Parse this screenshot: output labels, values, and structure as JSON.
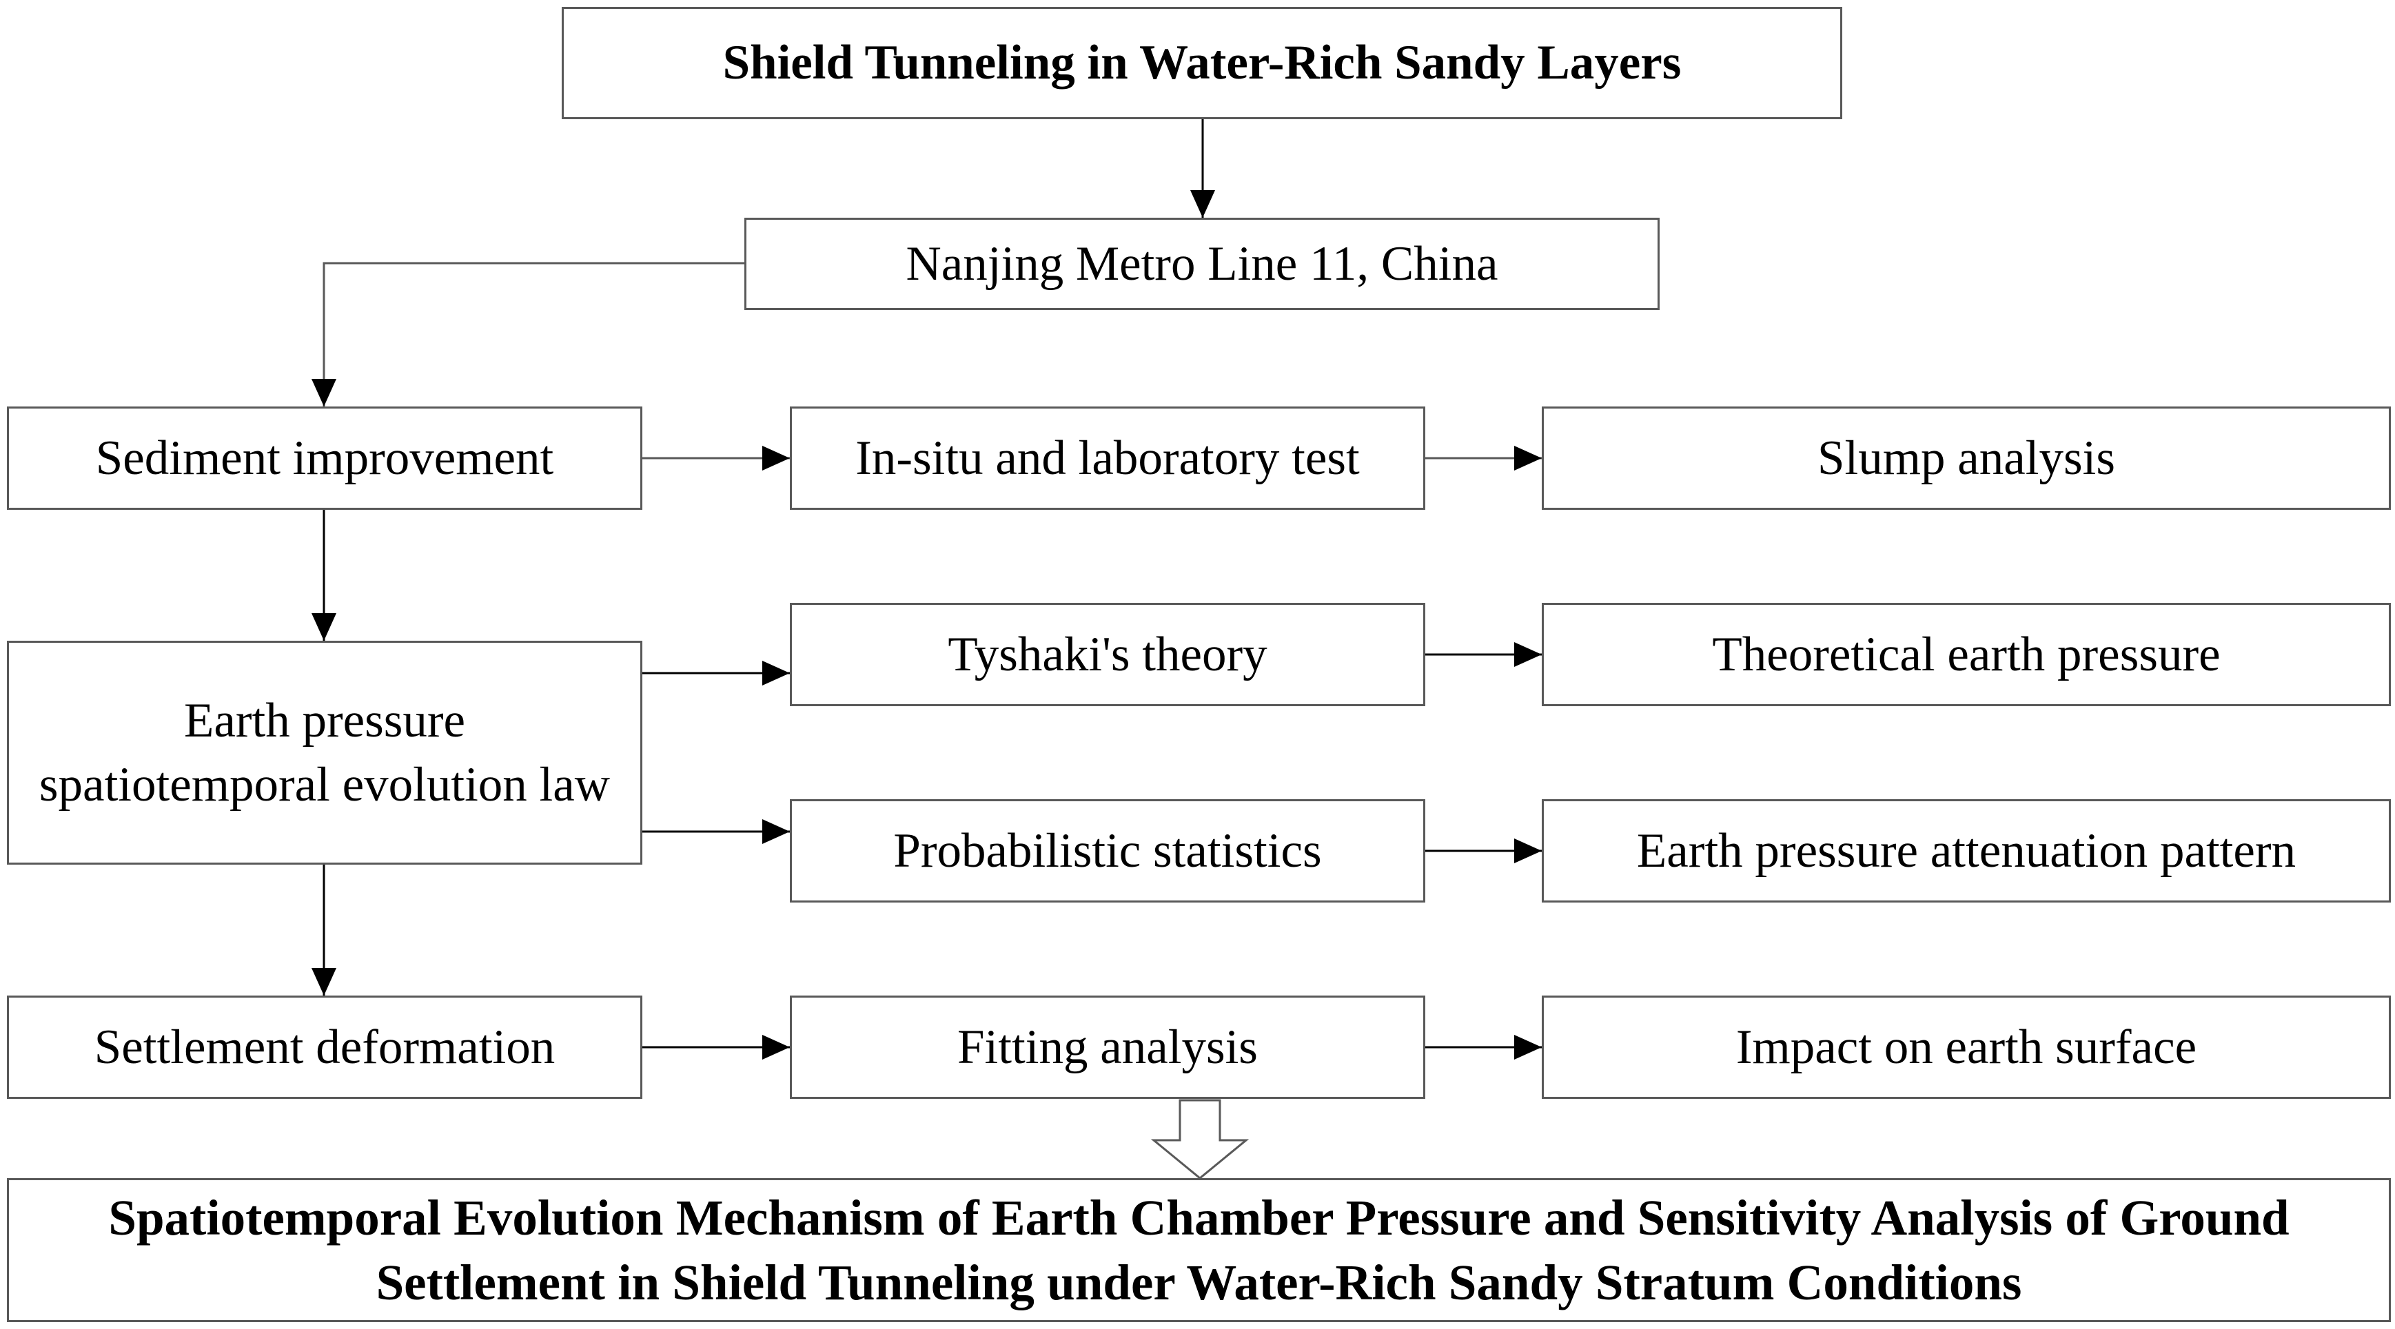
{
  "diagram": {
    "title": "Shield Tunneling in Water-Rich Sandy Layers",
    "project": "Nanjing Metro Line 11, China",
    "left_column": {
      "sediment": "Sediment improvement",
      "earth_pressure": "Earth pressure spatiotemporal evolution law",
      "settlement": "Settlement deformation"
    },
    "middle_column": {
      "test": "In-situ and laboratory test",
      "theory": "Tyshaki's theory",
      "statistics": "Probabilistic statistics",
      "fitting": "Fitting analysis"
    },
    "right_column": {
      "slump": "Slump analysis",
      "theoretical": "Theoretical earth pressure",
      "attenuation": "Earth pressure attenuation pattern",
      "impact": "Impact on earth surface"
    },
    "conclusion": "Spatiotemporal Evolution Mechanism of Earth Chamber Pressure and Sensitivity Analysis of Ground Settlement in Shield Tunneling under Water-Rich Sandy Stratum Conditions"
  },
  "colors": {
    "border": "#595959",
    "line": "#000000",
    "background": "#ffffff"
  }
}
